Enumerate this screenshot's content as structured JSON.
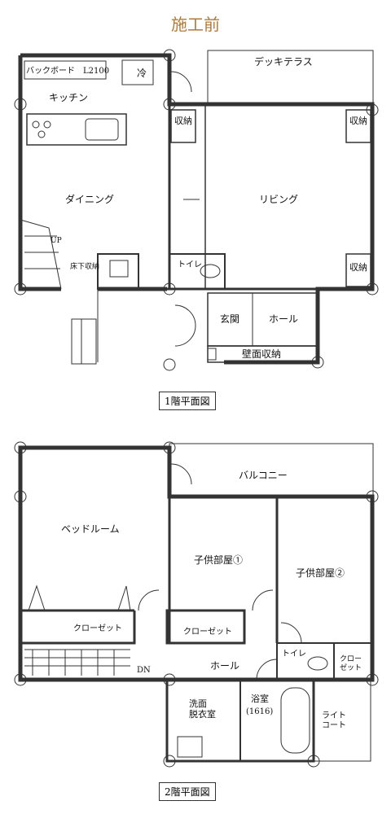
{
  "title": "施工前",
  "floor1": {
    "label": "1階平面図",
    "rooms": {
      "backboard": "バックボード　L2100",
      "fridge": "冷",
      "kitchen": "キッチン",
      "dining": "ダイニング",
      "living": "リビング",
      "deck": "デッキテラス",
      "storage_left": "収納",
      "storage_right_top": "収納",
      "storage_right_bottom": "収納",
      "underfloor": "床下収納",
      "toilet": "トイレ",
      "entrance": "玄関",
      "hall": "ホール",
      "wall_storage": "壁面収納",
      "up": "UP"
    }
  },
  "floor2": {
    "label": "2階平面図",
    "rooms": {
      "balcony": "バルコニー",
      "bedroom": "ベッドルーム",
      "child1": "子供部屋①",
      "child2": "子供部屋②",
      "closet1": "クローゼット",
      "closet2": "クローゼット",
      "closet3": "クロー\nゼット",
      "hall": "ホール",
      "toilet": "トイレ",
      "washroom": "洗面\n脱衣室",
      "bath": "浴室",
      "bath_size": "(1616)",
      "light_court": "ライト\nコート",
      "dn": "DN"
    }
  },
  "colors": {
    "wall": "#333333",
    "title": "#b07a38",
    "line": "#555555"
  }
}
